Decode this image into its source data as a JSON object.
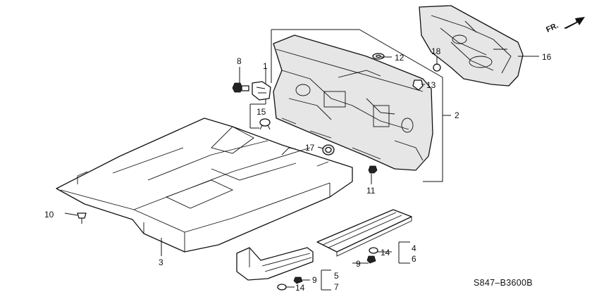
{
  "diagram": {
    "direction_indicator": "FR.",
    "diagram_code": "S847–B3600B",
    "callouts": {
      "c1": "1",
      "c2": "2",
      "c3": "3",
      "c4": "4",
      "c5": "5",
      "c6": "6",
      "c7": "7",
      "c8": "8",
      "c9a": "9",
      "c9b": "9",
      "c10": "10",
      "c11": "11",
      "c12": "12",
      "c13": "13",
      "c14a": "14",
      "c14b": "14",
      "c15": "15",
      "c16": "16",
      "c17": "17",
      "c18": "18"
    }
  }
}
